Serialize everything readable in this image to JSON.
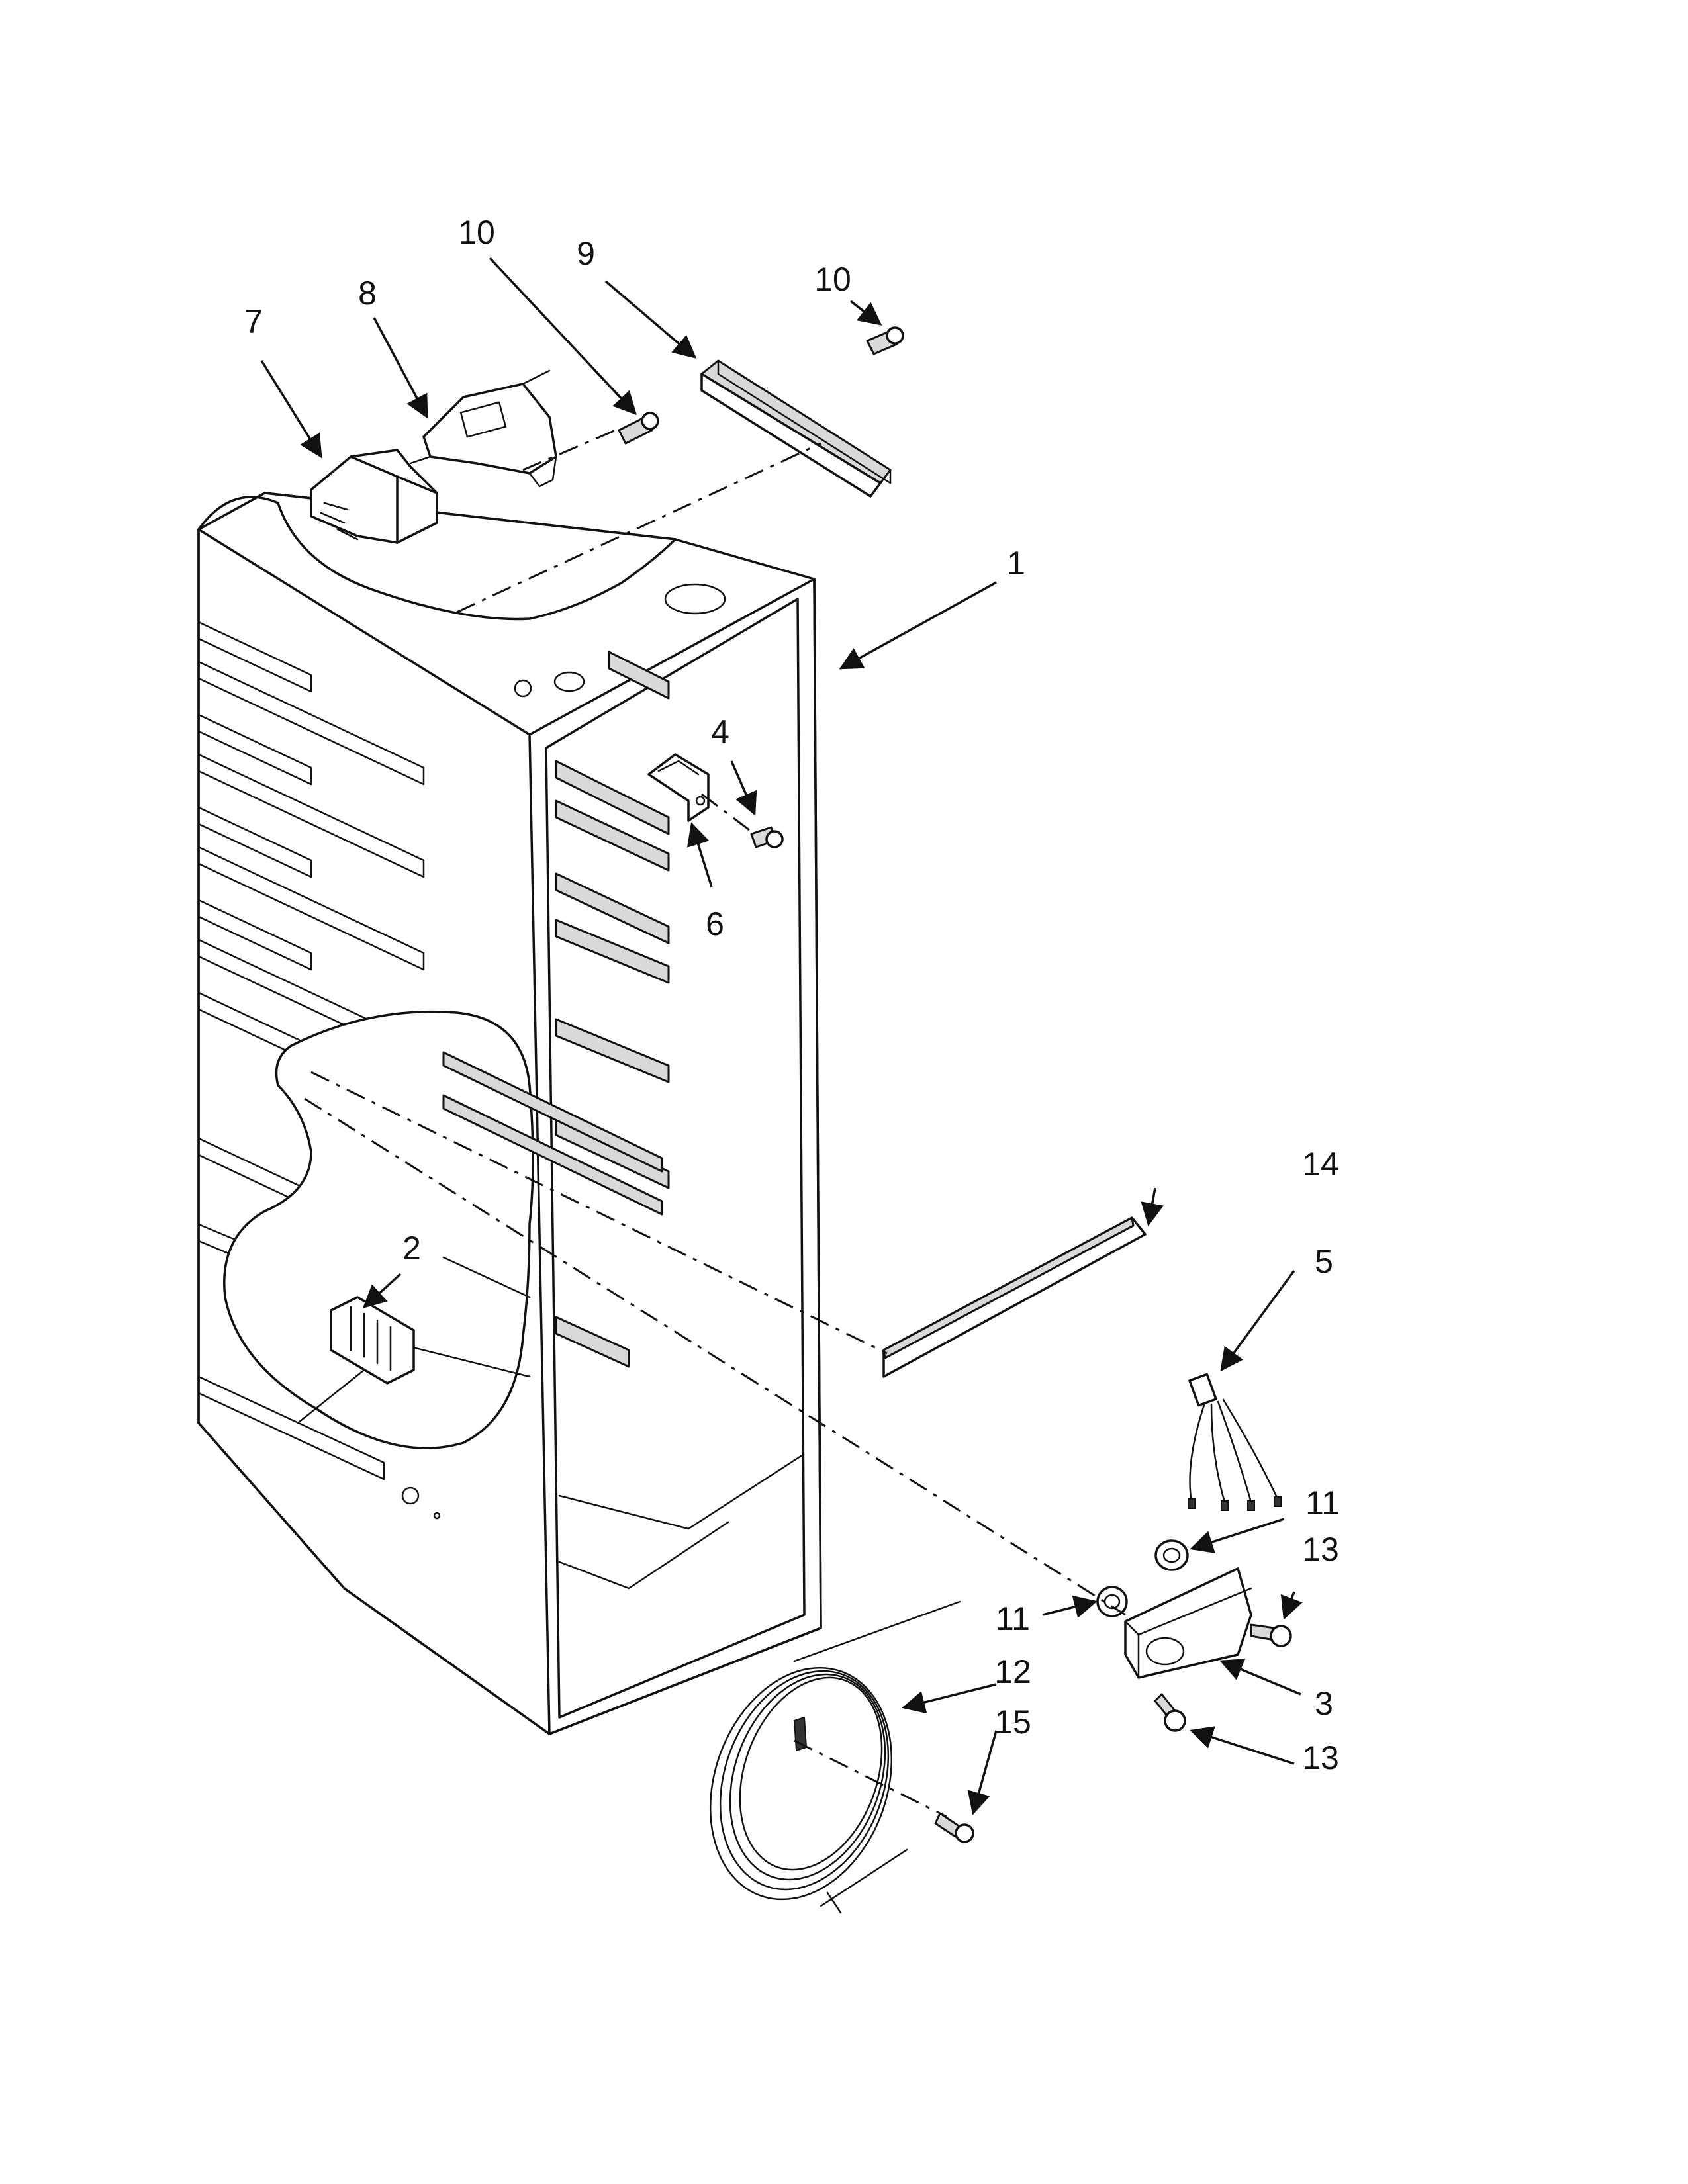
{
  "diagram": {
    "callouts": [
      {
        "id": "c1",
        "label": "1"
      },
      {
        "id": "c2",
        "label": "2"
      },
      {
        "id": "c3",
        "label": "3"
      },
      {
        "id": "c4",
        "label": "4"
      },
      {
        "id": "c5",
        "label": "5"
      },
      {
        "id": "c6",
        "label": "6"
      },
      {
        "id": "c7",
        "label": "7"
      },
      {
        "id": "c8",
        "label": "8"
      },
      {
        "id": "c9",
        "label": "9"
      },
      {
        "id": "c10a",
        "label": "10"
      },
      {
        "id": "c10b",
        "label": "10"
      },
      {
        "id": "c11a",
        "label": "11"
      },
      {
        "id": "c11b",
        "label": "11"
      },
      {
        "id": "c12",
        "label": "12"
      },
      {
        "id": "c13a",
        "label": "13"
      },
      {
        "id": "c13b",
        "label": "13"
      },
      {
        "id": "c14",
        "label": "14"
      },
      {
        "id": "c15",
        "label": "15"
      }
    ]
  }
}
